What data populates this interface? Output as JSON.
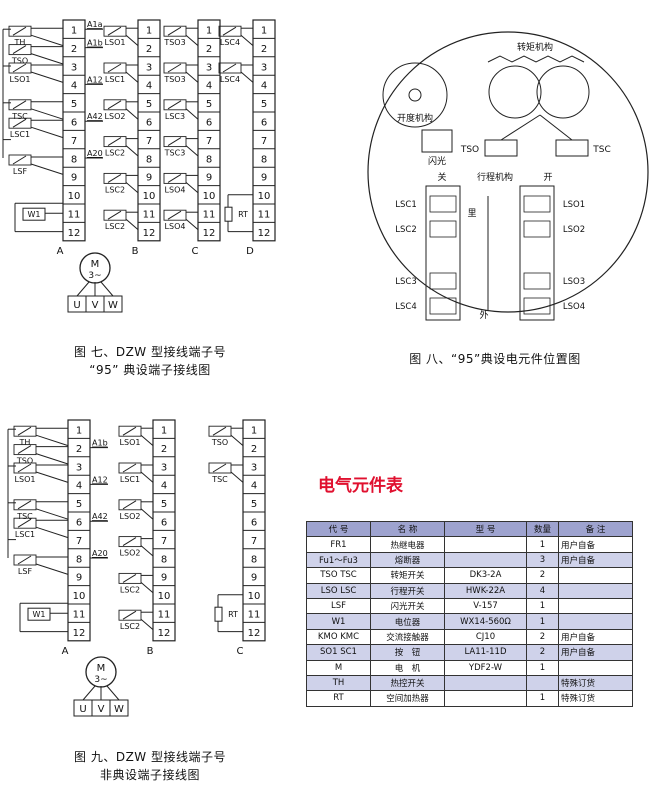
{
  "fig7": {
    "caption1": "图 七、DZW 型接线端子号",
    "caption2": "“95” 典设端子接线图",
    "groups": [
      {
        "label": "A",
        "switches": [
          "TH",
          "TSO",
          "LSO1",
          "TSC",
          "LSC1",
          "LSF"
        ],
        "taps": [
          "A1a",
          "A1b",
          "A12",
          "A42",
          "A20"
        ],
        "resistor": "W1"
      },
      {
        "label": "B",
        "switches": [
          "LSO1",
          "LSC1",
          "LSO2",
          "LSC2",
          "LSC2",
          "LSC2"
        ]
      },
      {
        "label": "C",
        "switches": [
          "TSO3",
          "TSO3",
          "LSC3",
          "TSC3",
          "LSO4",
          "LSO4"
        ]
      },
      {
        "label": "D",
        "switches": [
          "LSC4",
          "LSC4"
        ],
        "heater": "RT"
      }
    ],
    "motor": {
      "label": "M",
      "phase": "3~",
      "terminals": [
        "U",
        "V",
        "W"
      ]
    }
  },
  "fig8": {
    "caption": "图 八、“95”典设电元件位置图",
    "torque_label": "转矩机构",
    "opening_label": "开度机构",
    "flash_label": "闪光",
    "tso": "TSO",
    "tsc": "TSC",
    "close_label": "关",
    "travel_label": "行程机构",
    "open_label": "开",
    "inner_label": "里",
    "outer_label": "外",
    "left_switches": [
      "LSC1",
      "LSC2",
      "LSC3",
      "LSC4"
    ],
    "right_switches": [
      "LSO1",
      "LSO2",
      "LSO3",
      "LSO4"
    ]
  },
  "fig9": {
    "caption1": "图 九、DZW 型接线端子号",
    "caption2": "非典设端子接线图",
    "groups": [
      {
        "label": "A",
        "switches": [
          "TH",
          "TSO",
          "LSO1",
          "TSC",
          "LSC1",
          "LSF"
        ],
        "taps": [
          "A1b",
          "A12",
          "A42",
          "A20"
        ],
        "resistor": "W1"
      },
      {
        "label": "B",
        "switches": [
          "LSO1",
          "LSC1",
          "LSO2",
          "LSO2",
          "LSC2",
          "LSC2"
        ]
      },
      {
        "label": "C",
        "switches": [
          "TSO",
          "TSC"
        ],
        "heater": "RT"
      }
    ],
    "motor": {
      "label": "M",
      "phase": "3~",
      "terminals": [
        "U",
        "V",
        "W"
      ]
    }
  },
  "terminal_numbers": [
    "1",
    "2",
    "3",
    "4",
    "5",
    "6",
    "7",
    "8",
    "9",
    "10",
    "11",
    "12"
  ],
  "table": {
    "title": "电气元件表",
    "headers": [
      "代 号",
      "名 称",
      "型 号",
      "数量",
      "备 注"
    ],
    "rows": [
      [
        "FR1",
        "热继电器",
        "",
        "1",
        "用户自备"
      ],
      [
        "Fu1～Fu3",
        "熔断器",
        "",
        "3",
        "用户自备"
      ],
      [
        "TSO  TSC",
        "转矩开关",
        "DK3-2A",
        "2",
        ""
      ],
      [
        "LSO  LSC",
        "行程开关",
        "HWK-22A",
        "4",
        ""
      ],
      [
        "LSF",
        "闪光开关",
        "V-157",
        "1",
        ""
      ],
      [
        "W1",
        "电位器",
        "WX14-560Ω",
        "1",
        ""
      ],
      [
        "KMO  KMC",
        "交流接触器",
        "CJ10",
        "2",
        "用户自备"
      ],
      [
        "SO1  SC1",
        "按　钮",
        "LA11-11D",
        "2",
        "用户自备"
      ],
      [
        "M",
        "电　机",
        "YDF2-W",
        "1",
        ""
      ],
      [
        "TH",
        "热控开关",
        "",
        "",
        "特殊订货"
      ],
      [
        "RT",
        "空间加热器",
        "",
        "1",
        "特殊订货"
      ]
    ]
  }
}
